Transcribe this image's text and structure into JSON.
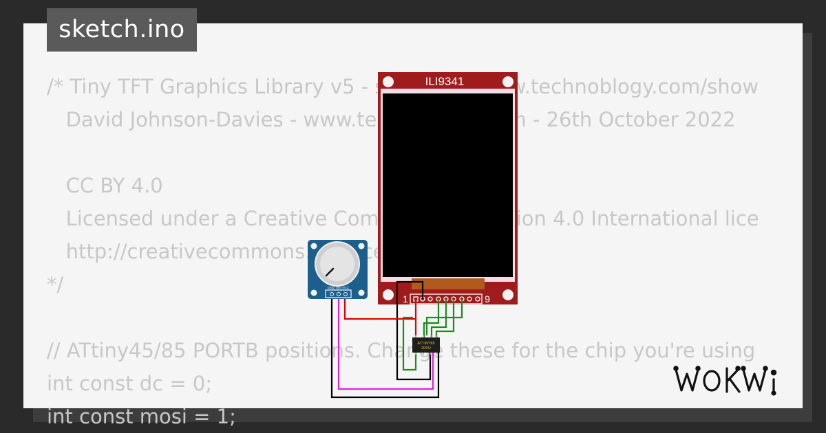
{
  "tab": {
    "title": "sketch.ino"
  },
  "code_lines": [
    "/* Tiny TFT Graphics Library v5 - see http://www.technoblogy.com/show",
    "   David Johnson-Davies - www.technoblogy.com - 26th October 2022",
    "",
    "   CC BY 4.0",
    "   Licensed under a Creative Commons Attribution 4.0 International lice",
    "   http://creativecommons.org/licenses/by/4.0/",
    "*/",
    "",
    "// ATtiny45/85 PORTB positions. Change these for the chip you're using",
    "int const dc = 0;",
    "int const mosi = 1;"
  ],
  "display": {
    "label": "ILI9341",
    "pin_first": "1",
    "pin_last": "9"
  },
  "chip": {
    "line1": "ATTINY85",
    "line2": "20PU"
  },
  "pot": {
    "pins": [
      "GND",
      "SIG",
      "VCC"
    ]
  },
  "logo": {
    "text": "WOKWi"
  },
  "colors": {
    "board_red": "#a01b1b",
    "pot_blue": "#1c5f8c",
    "wire_red": "#e00000",
    "wire_green": "#1a8c1a",
    "wire_black": "#000000",
    "wire_magenta": "#e020e0"
  },
  "icons": {
    "logo": "wokwi-logo"
  }
}
